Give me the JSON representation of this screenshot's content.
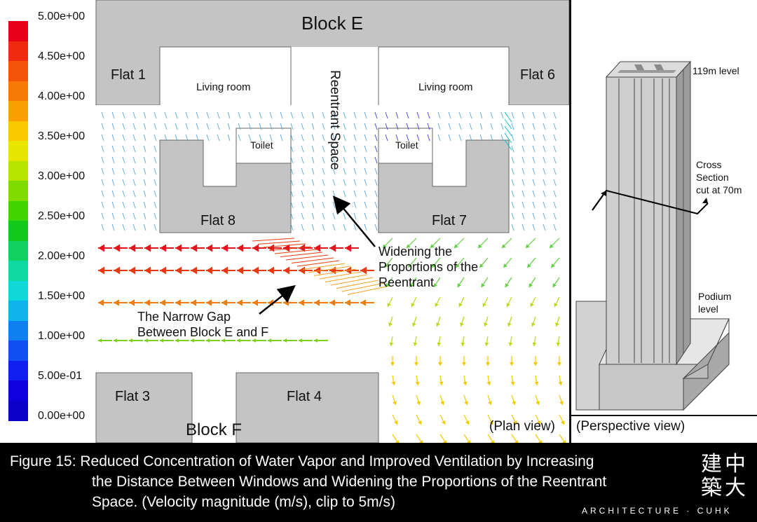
{
  "legend": {
    "ticks": [
      "5.00e+00",
      "4.50e+00",
      "4.00e+00",
      "3.50e+00",
      "3.00e+00",
      "2.50e+00",
      "2.00e+00",
      "1.50e+00",
      "1.00e+00",
      "5.00e-01",
      "0.00e+00"
    ],
    "colors": [
      "#e8001a",
      "#f02a10",
      "#f5520a",
      "#f87a06",
      "#fba004",
      "#f9c800",
      "#e6e600",
      "#b8e400",
      "#80dc00",
      "#40d400",
      "#12c81a",
      "#10d060",
      "#10d8a0",
      "#10d8d8",
      "#10b4ec",
      "#1080f0",
      "#1050f0",
      "#1020f0",
      "#1000e0",
      "#0a00c8"
    ]
  },
  "plan": {
    "blocks": {
      "block_e": "Block E",
      "block_f": "Block F"
    },
    "flats": {
      "flat1": "Flat 1",
      "flat6": "Flat 6",
      "flat8": "Flat 8",
      "flat7": "Flat 7",
      "flat3": "Flat 3",
      "flat4": "Flat 4"
    },
    "rooms": {
      "living_left": "Living room",
      "living_right": "Living room",
      "toilet_left": "Toilet",
      "toilet_right": "Toilet"
    },
    "reentrant": "Reentrant Space",
    "annotation_widening": [
      "Widening the",
      "Proportions of the",
      "Reentrant"
    ],
    "annotation_gap": [
      "The Narrow Gap",
      "Between Block E and F"
    ],
    "view_label": "(Plan view)"
  },
  "perspective": {
    "level_top": "119m level",
    "cross_section": [
      "Cross",
      "Section",
      "cut at 70m"
    ],
    "podium": [
      "Podium",
      "level"
    ],
    "view_label": "(Perspective view)"
  },
  "caption": {
    "lines": [
      "Figure 15: Reduced Concentration of Water Vapor and Improved Ventilation by Increasing",
      "the Distance Between Windows and Widening the Proportions of the Reentrant",
      "Space. (Velocity magnitude (m/s), clip to 5m/s)"
    ],
    "logo_chars": [
      "建",
      "中",
      "築",
      "大"
    ],
    "logo_text": "ARCHITECTURE · CUHK"
  }
}
